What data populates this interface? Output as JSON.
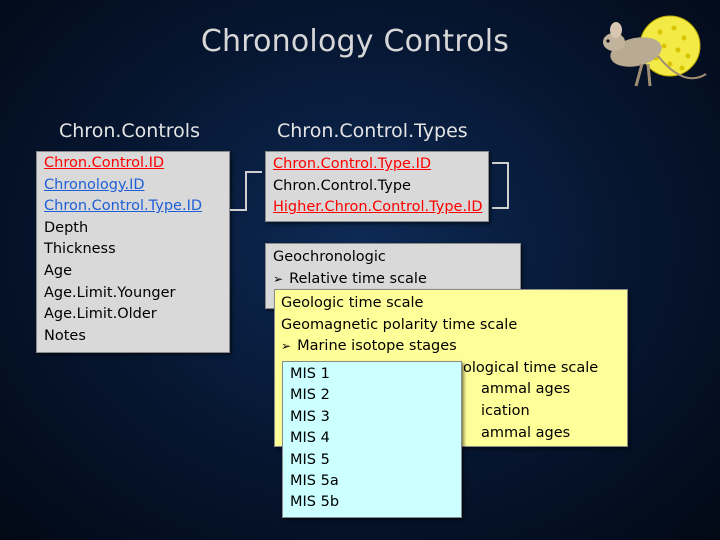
{
  "slide": {
    "title": "Chronology Controls"
  },
  "tables": {
    "chron_controls": {
      "title": "Chron.Controls",
      "fields": [
        {
          "label": "Chron.Control.ID",
          "style": "pk"
        },
        {
          "label": "Chronology.ID",
          "style": "fk"
        },
        {
          "label": "Chron.Control.Type.ID",
          "style": "fk"
        },
        {
          "label": "Depth",
          "style": "plain"
        },
        {
          "label": "Thickness",
          "style": "plain"
        },
        {
          "label": "Age",
          "style": "plain"
        },
        {
          "label": "Age.Limit.Younger",
          "style": "plain"
        },
        {
          "label": "Age.Limit.Older",
          "style": "plain"
        },
        {
          "label": "Notes",
          "style": "plain"
        }
      ]
    },
    "chron_control_types": {
      "title": "Chron.Control.Types",
      "fields": [
        {
          "label": "Chron.Control.Type.ID",
          "style": "pk"
        },
        {
          "label": "Chron.Control.Type",
          "style": "plain"
        },
        {
          "label": "Higher.Chron.Control.Type.ID",
          "style": "pk"
        }
      ]
    }
  },
  "hierarchy": {
    "level1": {
      "items": [
        "Geochronologic",
        "Relative time scale"
      ]
    },
    "level2": {
      "items": [
        "Geologic time scale",
        "Geomagnetic polarity time scale",
        "Marine isotope stages",
        "ological time scale",
        "ammal ages",
        "ication",
        "ammal ages"
      ]
    },
    "level3": {
      "items": [
        "MIS 1",
        "MIS 2",
        "MIS 3",
        "MIS 4",
        "MIS 5",
        "MIS 5a",
        "MIS 5b"
      ]
    }
  },
  "icons": {
    "bullet": "arrow-bullet-icon",
    "mascot": "mouse-on-ball-icon"
  },
  "colors": {
    "pk": "#ff0000",
    "fk": "#1f5fd8",
    "box_grey": "#d9d9d9",
    "box_yellow": "#ffff99",
    "box_cyan": "#ccffff"
  }
}
